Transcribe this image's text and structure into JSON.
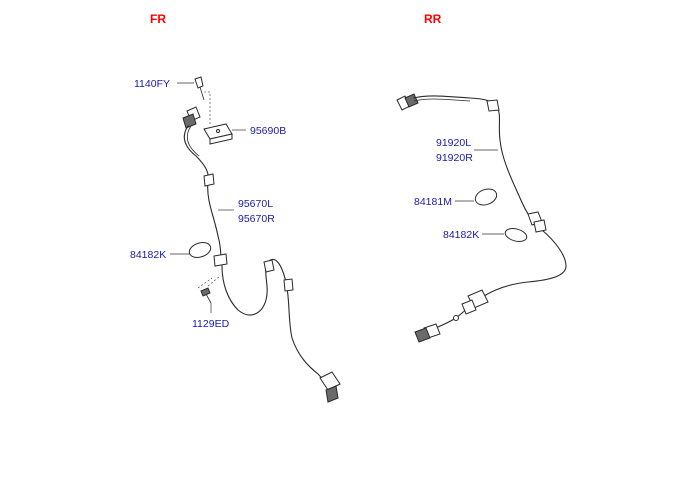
{
  "headers": {
    "front": "FR",
    "rear": "RR"
  },
  "labels": {
    "front": {
      "bolt_top": "1140FY",
      "bracket": "95690B",
      "sensor_left": "95670L",
      "sensor_right": "95670R",
      "grommet": "84182K",
      "screw": "1129ED"
    },
    "rear": {
      "sensor_left": "91920L",
      "sensor_right": "91920R",
      "grommet_upper": "84181M",
      "grommet_lower": "84182K"
    }
  },
  "colors": {
    "header": "#ff0000",
    "label": "#1a1aa8",
    "line": "#2a2a2a"
  }
}
